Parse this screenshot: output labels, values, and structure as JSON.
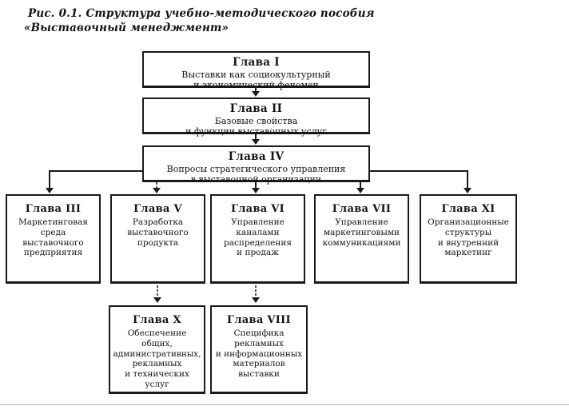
{
  "caption": {
    "line1": "Рис. 0.1. Структура учебно-методического пособия",
    "line2": "«Выставочный менеджмент»"
  },
  "nodes": {
    "ch1": {
      "title": "Глава I",
      "body": "Выставки как социокультурный\nи экономический феномен"
    },
    "ch2": {
      "title": "Глава II",
      "body": "Базовые свойства\nи функции выставочных услуг"
    },
    "ch4": {
      "title": "Глава IV",
      "body": "Вопросы стратегического управления\nв выставочной организации"
    },
    "ch3": {
      "title": "Глава III",
      "body": "Маркетинговая\nсреда\nвыставочного\nпредприятия"
    },
    "ch5": {
      "title": "Глава V",
      "body": "Разработка\nвыставочного\nпродукта"
    },
    "ch6": {
      "title": "Глава VI",
      "body": "Управление\nканалами\nраспределения\nи продаж"
    },
    "ch7": {
      "title": "Глава VII",
      "body": "Управление\nмаркетинговыми\nкоммуникациями"
    },
    "ch11": {
      "title": "Глава XI",
      "body": "Организационные\nструктуры\nи внутренний\nмаркетинг"
    },
    "ch10": {
      "title": "Глава X",
      "body": "Обеспечение\nобщих,\nадминистративных,\nрекламных\nи технических\nуслуг"
    },
    "ch8": {
      "title": "Глава VIII",
      "body": "Специфика\nрекламных\nи информационных\nматериалов\nвыставки"
    }
  },
  "colors": {
    "ink": "#1a1a1a",
    "background": "#ffffff"
  }
}
